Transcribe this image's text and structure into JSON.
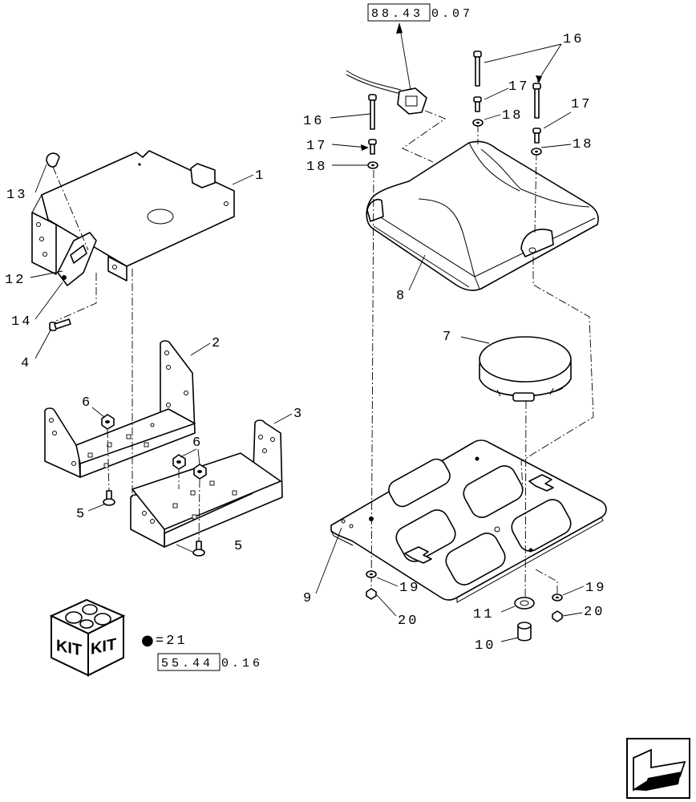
{
  "references": {
    "top": {
      "boxed": "88.43",
      "rest": "0.07"
    },
    "kit": {
      "boxed": "55.44",
      "rest": "0.16"
    }
  },
  "kit": {
    "label_left": "KIT",
    "label_right": "KIT",
    "legend_symbol": "●",
    "legend_text": "=21"
  },
  "callouts": {
    "c1": "1",
    "c2": "2",
    "c3": "3",
    "c4": "4",
    "c5a": "5",
    "c5b": "5",
    "c6a": "6",
    "c6b": "6",
    "c7": "7",
    "c8": "8",
    "c9": "9",
    "c10": "10",
    "c11": "11",
    "c12": "12",
    "c13": "13",
    "c14": "14",
    "c16a": "16",
    "c16b": "16",
    "c17a": "17",
    "c17b": "17",
    "c17c": "17",
    "c18a": "18",
    "c18b": "18",
    "c18c": "18",
    "c19a": "19",
    "c19b": "19",
    "c20a": "20",
    "c20b": "20"
  },
  "icons": [
    "kit-box-icon",
    "navigation-arrow-icon"
  ],
  "colors": {
    "ink": "#000000",
    "paper": "#ffffff"
  }
}
